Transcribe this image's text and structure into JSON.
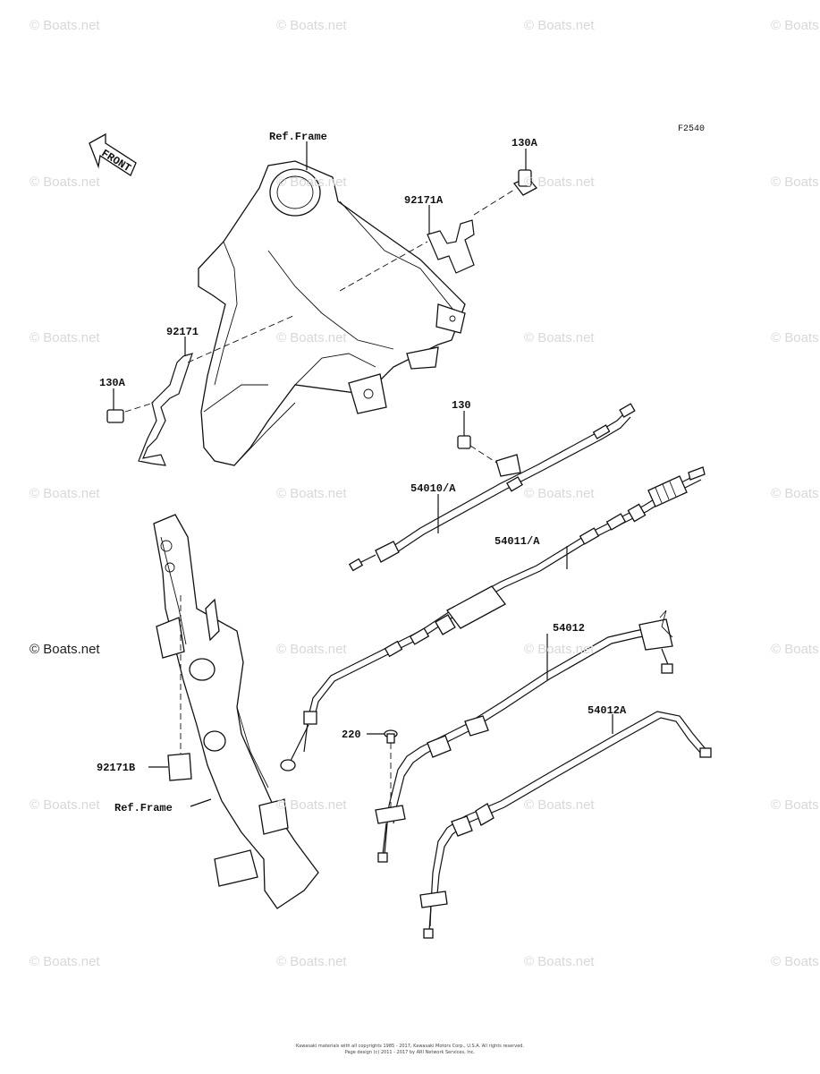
{
  "figure_code": "F2540",
  "watermarks": [
    "© Boats.net",
    "© Boats.net",
    "© Boats.net",
    "© Boats.net",
    "© Boats.net",
    "© Boats.net",
    "© Boats.net",
    "© Boats.net",
    "© Boats.net",
    "© Boats.net",
    "© Boats.net",
    "© Boats.net",
    "© Boats.net",
    "© Boats.net",
    "© Boats.net",
    "© Boats.net",
    "© Boats.net",
    "© Boats.net",
    "© Boats.net",
    "© Boats.net",
    "© Boats.net",
    "© Boats.net",
    "© Boats.net",
    "© Boats.net",
    "© Boats.net",
    "© Boats.net",
    "© Boats.net",
    "© Boats.net"
  ],
  "watermark_main": "© Boats.net",
  "front_arrow": {
    "label": "FRONT",
    "icon": "front-arrow-icon"
  },
  "labels": {
    "ref_frame_top": "Ref.Frame",
    "ref_frame_bottom": "Ref.Frame",
    "p130A_top": "130A",
    "p92171A": "92171A",
    "p92171": "92171",
    "p130A_left": "130A",
    "p130": "130",
    "p54010A": "54010/A",
    "p54011A": "54011/A",
    "p54012": "54012",
    "p54012A": "54012A",
    "p220": "220",
    "p92171B": "92171B"
  },
  "footer": {
    "line1": "Kawasaki materials with all copyrights 1985 - 2017, Kawasaki Motors Corp., U.S.A. All rights reserved.",
    "line2": "Page design (c) 2011 - 2017 by ARI Network Services, Inc."
  }
}
